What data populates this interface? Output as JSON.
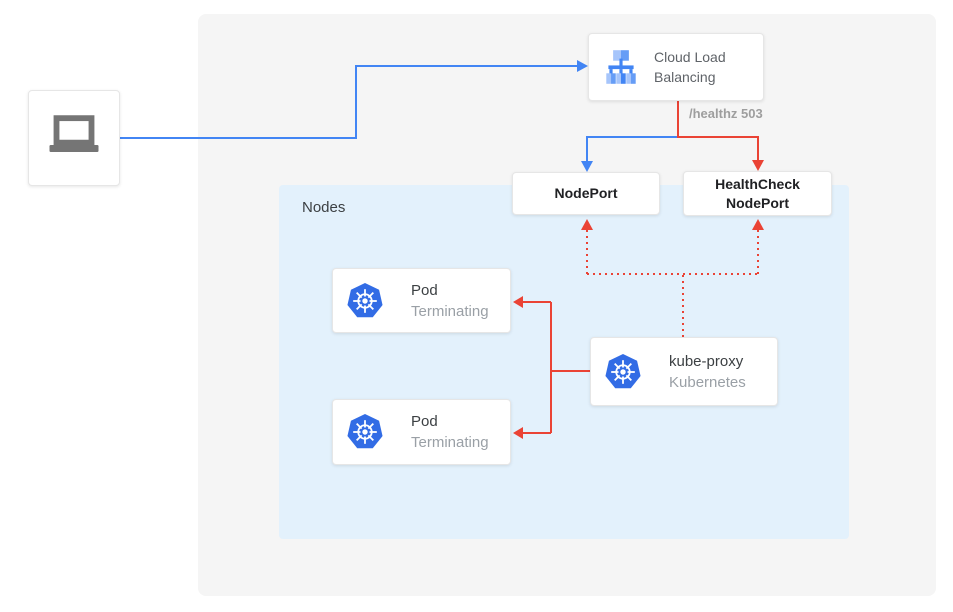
{
  "panels": {
    "nodes": {
      "label": "Nodes",
      "color": "#E3F1FC"
    },
    "outer": {
      "color": "#F5F5F5"
    }
  },
  "cards": {
    "client": {
      "icon": "laptop-icon"
    },
    "cloud_load_balancing": {
      "icon": "cloud-load-balancing-icon",
      "label_line1": "Cloud Load",
      "label_line2": "Balancing"
    },
    "nodeport": {
      "label": "NodePort"
    },
    "healthcheck_nodeport": {
      "label_line1": "HealthCheck",
      "label_line2": "NodePort"
    },
    "pod_top": {
      "icon": "kubernetes-icon",
      "title": "Pod",
      "status": "Terminating"
    },
    "pod_bottom": {
      "icon": "kubernetes-icon",
      "title": "Pod",
      "status": "Terminating"
    },
    "kube_proxy": {
      "icon": "kubernetes-icon",
      "title": "kube-proxy",
      "subtitle": "Kubernetes"
    }
  },
  "annotations": {
    "healthz": "/healthz 503"
  },
  "connections": {
    "client_to_lb": {
      "color": "#4285F4",
      "style": "solid"
    },
    "lb_to_nodeport": {
      "color": "#4285F4",
      "style": "solid"
    },
    "lb_to_healthcheck_nodeport": {
      "color": "#EA4335",
      "style": "solid",
      "label": "/healthz 503"
    },
    "kube_proxy_to_pods": {
      "color": "#EA4335",
      "style": "solid"
    },
    "kube_proxy_to_nodeports": {
      "color": "#EA4335",
      "style": "dotted"
    }
  },
  "colors": {
    "blue_accent": "#4285F4",
    "red_accent": "#EA4335",
    "panel_gray": "#F5F5F5",
    "nodes_panel_blue": "#E3F1FC",
    "kubernetes_blue": "#326CE5",
    "laptop_icon_gray": "#757575",
    "text_dark": "#202124",
    "text_gray": "#9AA0A6",
    "healthz_text_gray": "#9E9E9E"
  }
}
